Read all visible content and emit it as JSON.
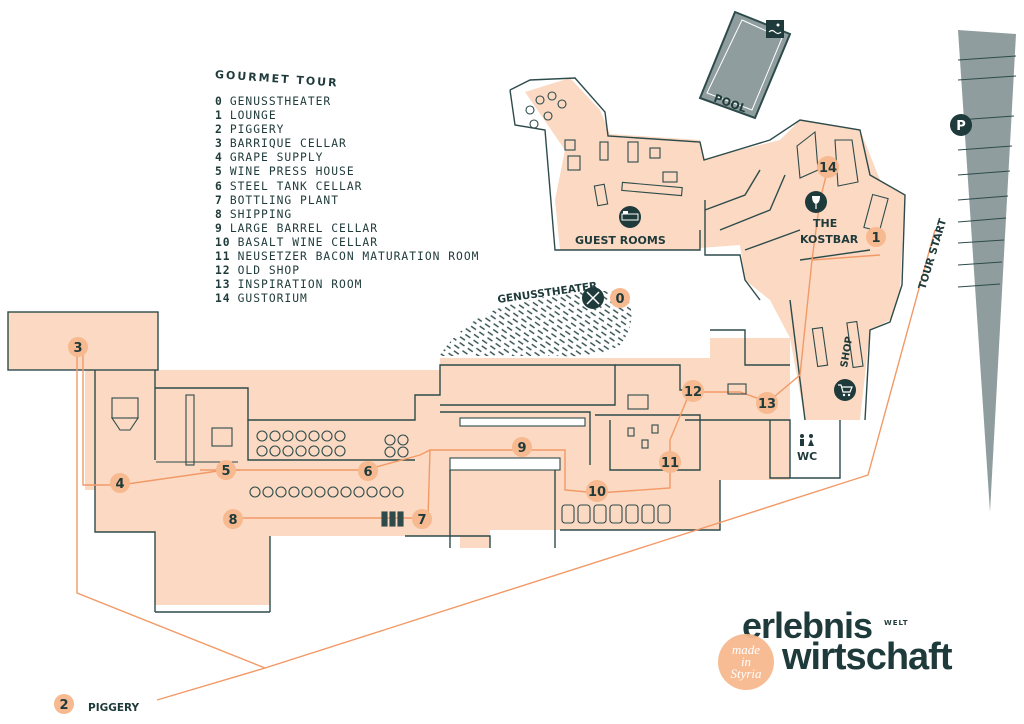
{
  "legend": {
    "title": "GOURMET TOUR",
    "items": [
      {
        "num": "0",
        "label": "GENUSSTHEATER"
      },
      {
        "num": "1",
        "label": "LOUNGE"
      },
      {
        "num": "2",
        "label": "PIGGERY"
      },
      {
        "num": "3",
        "label": "BARRIQUE CELLAR"
      },
      {
        "num": "4",
        "label": "GRAPE SUPPLY"
      },
      {
        "num": "5",
        "label": "WINE PRESS HOUSE"
      },
      {
        "num": "6",
        "label": "STEEL TANK CELLAR"
      },
      {
        "num": "7",
        "label": "BOTTLING PLANT"
      },
      {
        "num": "8",
        "label": "SHIPPING"
      },
      {
        "num": "9",
        "label": "LARGE BARREL CELLAR"
      },
      {
        "num": "10",
        "label": "BASALT WINE CELLAR"
      },
      {
        "num": "11",
        "label": "NEUSETZER BACON MATURATION ROOM"
      },
      {
        "num": "12",
        "label": "OLD SHOP"
      },
      {
        "num": "13",
        "label": "INSPIRATION ROOM"
      },
      {
        "num": "14",
        "label": "GUSTORIUM"
      }
    ]
  },
  "labels": {
    "pool": "POOL",
    "guest_rooms": "GUEST ROOMS",
    "genusstheater": "GENUSSTHEATER",
    "the": "THE",
    "kostbar": "KOSTBAR",
    "tour_start": "TOUR START",
    "shop": "SHOP",
    "wc": "WC",
    "piggery": "PIGGERY",
    "parking": "P"
  },
  "stops": {
    "s0": "0",
    "s1": "1",
    "s2": "2",
    "s3": "3",
    "s4": "4",
    "s5": "5",
    "s6": "6",
    "s7": "7",
    "s8": "8",
    "s9": "9",
    "s10": "10",
    "s11": "11",
    "s12": "12",
    "s13": "13",
    "s14": "14"
  },
  "brand": {
    "line1": "erlebnis",
    "welt": "WELT",
    "line2": "wirtschaft",
    "seal_1": "made",
    "seal_2": "in",
    "seal_3": "Styria"
  },
  "colors": {
    "building_fill": "#fbd9c2",
    "outline": "#2e4b4b",
    "route": "#f29a67",
    "badge": "#f7b98f",
    "dark": "#1f3a3a",
    "parking_bar": "#8f9d9e"
  },
  "icons": {
    "pool": "pool-icon",
    "bed": "bed-icon",
    "theater": "theater-icon",
    "wine_glass": "wine-glass-icon",
    "cart": "shopping-cart-icon",
    "wc": "wc-icon",
    "parking": "parking-icon"
  }
}
